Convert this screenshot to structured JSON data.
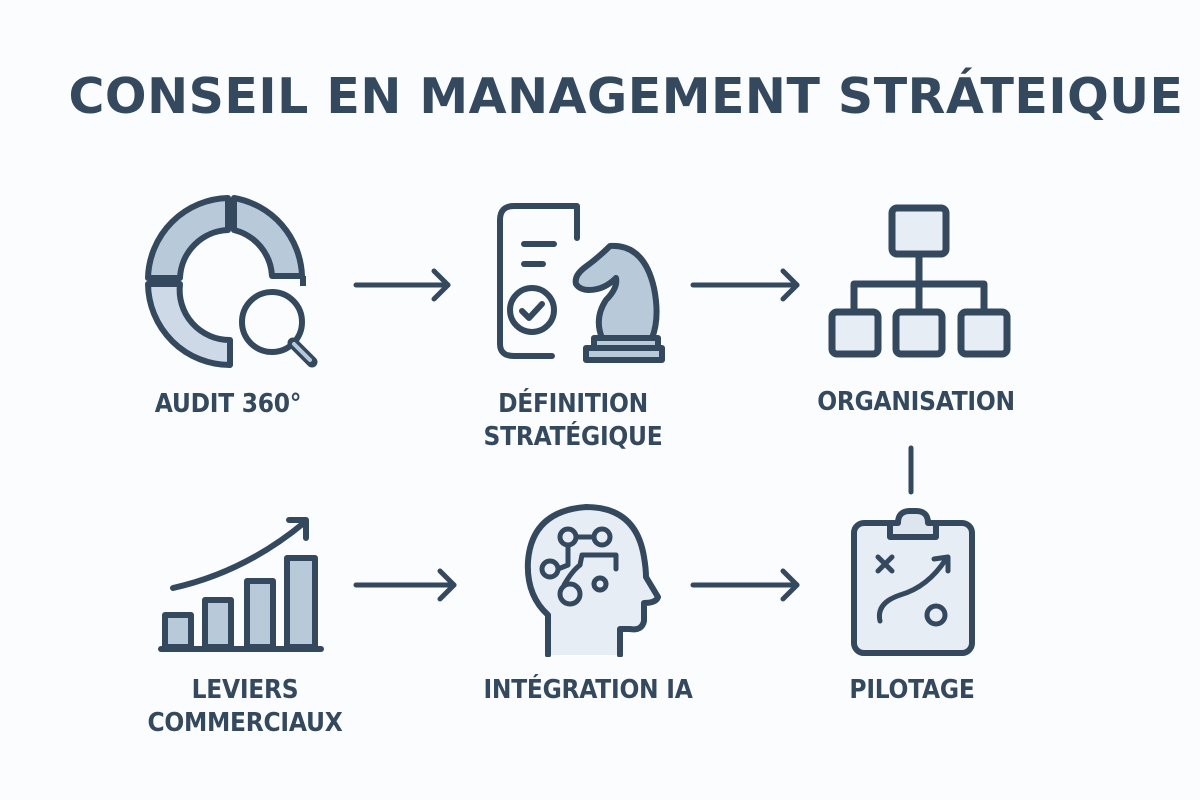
{
  "title": "CONSEIL EN MANAGEMENT STRÁTEIQUE",
  "colors": {
    "stroke": "#34495e",
    "fill_medium": "#b8c9da",
    "fill_light": "#e6edf5",
    "background": "#fbfcfd"
  },
  "steps": [
    {
      "id": "audit",
      "label_lines": [
        "AUDIT 360°"
      ],
      "icon": "donut-chart-magnifier-icon"
    },
    {
      "id": "definition",
      "label_lines": [
        "DÉFINITION",
        "STRATÉGIQUE"
      ],
      "icon": "document-chess-knight-icon"
    },
    {
      "id": "organisation",
      "label_lines": [
        "ORGANISATION"
      ],
      "icon": "org-chart-icon"
    },
    {
      "id": "leviers",
      "label_lines": [
        "LEVIERS",
        "COMMERCIAUX"
      ],
      "icon": "growth-bar-chart-icon"
    },
    {
      "id": "integration",
      "label_lines": [
        "INTÉGRATION IA"
      ],
      "icon": "ai-head-circuit-icon"
    },
    {
      "id": "pilotage",
      "label_lines": [
        "PILOTAGE"
      ],
      "icon": "strategy-clipboard-icon"
    }
  ],
  "connections": [
    {
      "from": "audit",
      "to": "definition",
      "type": "arrow"
    },
    {
      "from": "definition",
      "to": "organisation",
      "type": "arrow"
    },
    {
      "from": "organisation",
      "to": "pilotage",
      "type": "line"
    },
    {
      "from": "leviers",
      "to": "integration",
      "type": "arrow"
    },
    {
      "from": "integration",
      "to": "pilotage",
      "type": "arrow"
    }
  ]
}
